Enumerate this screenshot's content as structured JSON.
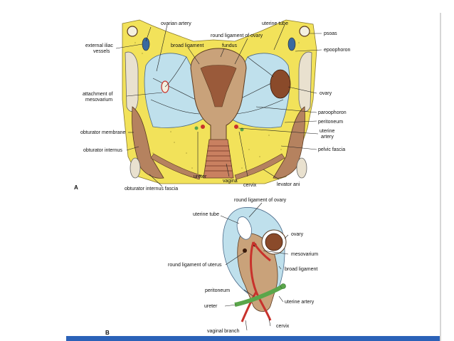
{
  "figure_a": {
    "panel_label": "A",
    "labels": {
      "ovarian_artery": "ovarian artery",
      "uterine_tube": "uterine tube",
      "round_ligament_of_ovary": "round ligament of ovary",
      "psoas": "psoas",
      "external_iliac_vessels_1": "external iliac",
      "external_iliac_vessels_2": "vessels",
      "broad_ligament": "broad ligament",
      "fundus": "fundus",
      "epoophoron": "epoophoron",
      "attachment_mesovarium_1": "attachment of",
      "attachment_mesovarium_2": "mesovarium",
      "ovary": "ovary",
      "paroophoron": "paroophoron",
      "peritoneum": "peritoneum",
      "obturator_membrane": "obturator membrane",
      "uterine_artery_1": "uterine",
      "uterine_artery_2": "artery",
      "pelvic_fascia": "pelvic fascia",
      "obturator_internus": "obturator internus",
      "ureter": "ureter",
      "vagina": "vagina",
      "cervix": "cervix",
      "levator_ani": "levator ani",
      "obturator_internus_fascia": "obturator internus fascia"
    }
  },
  "figure_b": {
    "panel_label": "B",
    "labels": {
      "round_ligament_of_ovary": "round ligament of ovary",
      "uterine_tube": "uterine tube",
      "ovary": "ovary",
      "mesovarium": "mesovarium",
      "round_ligament_of_uterus": "round ligament of uterus",
      "broad_ligament": "broad ligament",
      "peritoneum": "peritoneum",
      "uterine_artery": "uterine artery",
      "ureter": "ureter",
      "cervix": "cervix",
      "vaginal_branch": "vaginal branch"
    }
  },
  "colors": {
    "fat_yellow": "#f2e25a",
    "ligament_blue": "#bfe0ec",
    "uterus_tan": "#c9a27a",
    "uterus_cavity": "#9a5a3a",
    "bone": "#e9e1cf",
    "muscle": "#b5825f",
    "artery_red": "#c8322c",
    "ureter_green": "#5aa64a",
    "accent_blue": "#2b62b8"
  }
}
